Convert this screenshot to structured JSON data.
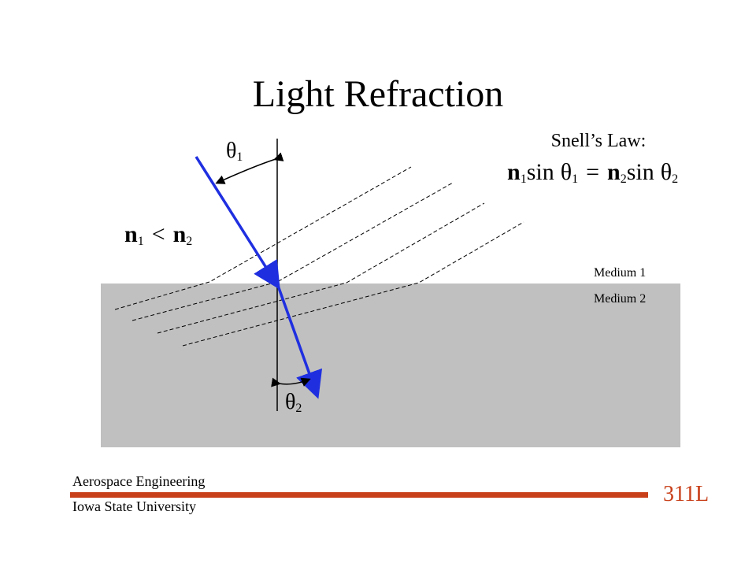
{
  "title": "Light Refraction",
  "media": {
    "medium1_label": "Medium 1",
    "medium2_label": "Medium 2",
    "medium2_color": "#c0c0c0"
  },
  "snell": {
    "heading": "Snell’s Law:",
    "eq": {
      "n1": "n",
      "n1_sub": "1",
      "sin1": "sin",
      "theta1": "θ",
      "theta1_sub": "1",
      "equals": "=",
      "n2": "n",
      "n2_sub": "2",
      "sin2": "sin",
      "theta2": "θ",
      "theta2_sub": "2"
    }
  },
  "inequality": {
    "left": "n",
    "left_sub": "1",
    "op": "<",
    "right": "n",
    "right_sub": "2"
  },
  "angles": {
    "incident": {
      "symbol": "θ",
      "sub": "1"
    },
    "refracted": {
      "symbol": "θ",
      "sub": "2"
    }
  },
  "ray_color": "#1f2fe0",
  "footer": {
    "department": "Aerospace Engineering",
    "university": "Iowa State University",
    "course": "311L",
    "accent_color": "#c8401a"
  }
}
